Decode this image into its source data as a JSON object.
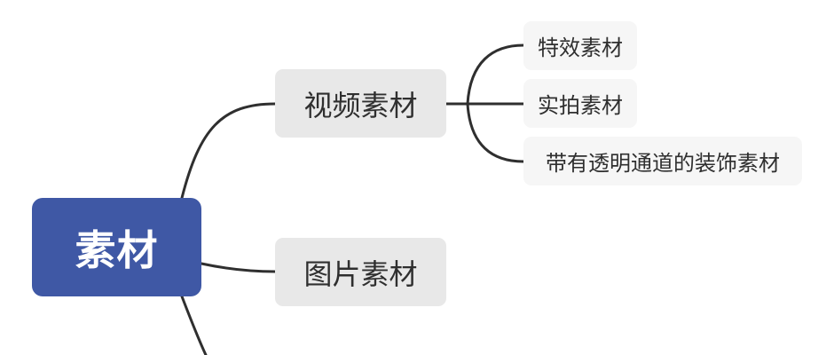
{
  "mindmap": {
    "root": {
      "label": "素材"
    },
    "branches": [
      {
        "label": "视频素材",
        "children": [
          {
            "label": "特效素材"
          },
          {
            "label": "实拍素材"
          },
          {
            "label": "带有透明通道的装饰素材"
          }
        ]
      },
      {
        "label": "图片素材",
        "children": []
      }
    ]
  },
  "colors": {
    "root_fill": "#3f58a5",
    "root_text": "#ffffff",
    "level1_fill": "#e8e8e8",
    "level2_fill": "#f6f6f6",
    "connector": "#2f2f2f",
    "text": "#2f2f2f"
  }
}
